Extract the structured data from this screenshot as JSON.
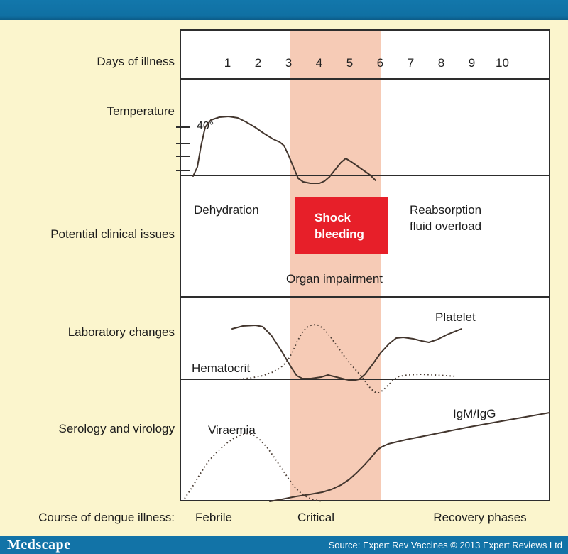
{
  "footer": {
    "brand": "Medscape",
    "source": "Source: Expert Rev Vaccines © 2013 Expert Reviews Ltd"
  },
  "row_labels": {
    "days": "Days of illness",
    "temperature": "Temperature",
    "clinical": "Potential clinical issues",
    "laboratory": "Laboratory changes",
    "serology": "Serology and virology",
    "course": "Course of dengue illness:"
  },
  "days": [
    "1",
    "2",
    "3",
    "4",
    "5",
    "6",
    "7",
    "8",
    "9",
    "10"
  ],
  "temperature_axis": {
    "label": "40°",
    "ticks": [
      136,
      159,
      177,
      197
    ]
  },
  "clinical": {
    "dehydration": "Dehydration",
    "shock_line1": "Shock",
    "shock_line2": "bleeding",
    "reabsorption_line1": "Reabsorption",
    "reabsorption_line2": "fluid overload",
    "organ": "Organ impairment"
  },
  "laboratory": {
    "platelet": "Platelet",
    "hematocrit": "Hematocrit"
  },
  "serology": {
    "viraemia": "Viraemia",
    "igm_igg": "IgM/IgG"
  },
  "phases": {
    "febrile": "Febrile",
    "critical": "Critical",
    "recovery": "Recovery phases"
  },
  "colors": {
    "header_blue": "#1273a7",
    "background_cream": "#fbf5cd",
    "critical_band": "#f6cbb6",
    "shock_red": "#e71f29",
    "curve_line": "#43362e",
    "frame_border": "#2d2d2d",
    "text_white": "#ffffff"
  },
  "curves": {
    "temperature": {
      "style": "solid",
      "points": [
        [
          17,
          205
        ],
        [
          23,
          192
        ],
        [
          28,
          163
        ],
        [
          34,
          136
        ],
        [
          42,
          126
        ],
        [
          54,
          122
        ],
        [
          67,
          121
        ],
        [
          80,
          123
        ],
        [
          92,
          129
        ],
        [
          104,
          136
        ],
        [
          117,
          145
        ],
        [
          130,
          153
        ],
        [
          139,
          157
        ],
        [
          145,
          162
        ],
        [
          152,
          177
        ],
        [
          159,
          194
        ],
        [
          165,
          208
        ],
        [
          172,
          213
        ],
        [
          182,
          215
        ],
        [
          195,
          215
        ],
        [
          202,
          212
        ],
        [
          209,
          206
        ],
        [
          217,
          196
        ],
        [
          225,
          186
        ],
        [
          232,
          180
        ],
        [
          240,
          185
        ],
        [
          250,
          192
        ],
        [
          260,
          199
        ],
        [
          267,
          204
        ],
        [
          274,
          211
        ]
      ]
    },
    "platelet": {
      "style": "solid",
      "points": [
        [
          72,
          420
        ],
        [
          87,
          416
        ],
        [
          105,
          415
        ],
        [
          115,
          417
        ],
        [
          127,
          429
        ],
        [
          142,
          452
        ],
        [
          155,
          474
        ],
        [
          163,
          486
        ],
        [
          171,
          490
        ],
        [
          183,
          490
        ],
        [
          197,
          488
        ],
        [
          207,
          485
        ],
        [
          219,
          488
        ],
        [
          231,
          491
        ],
        [
          241,
          493
        ],
        [
          251,
          491
        ],
        [
          259,
          484
        ],
        [
          269,
          471
        ],
        [
          281,
          454
        ],
        [
          293,
          441
        ],
        [
          303,
          433
        ],
        [
          313,
          432
        ],
        [
          327,
          434
        ],
        [
          339,
          437
        ],
        [
          349,
          439
        ],
        [
          361,
          435
        ],
        [
          375,
          428
        ],
        [
          395,
          420
        ]
      ]
    },
    "hematocrit": {
      "style": "dotted",
      "points": [
        [
          82,
          491
        ],
        [
          99,
          489
        ],
        [
          115,
          486
        ],
        [
          129,
          481
        ],
        [
          140,
          475
        ],
        [
          149,
          466
        ],
        [
          157,
          453
        ],
        [
          163,
          439
        ],
        [
          170,
          426
        ],
        [
          177,
          418
        ],
        [
          185,
          414
        ],
        [
          194,
          415
        ],
        [
          202,
          421
        ],
        [
          211,
          432
        ],
        [
          221,
          446
        ],
        [
          231,
          460
        ],
        [
          240,
          471
        ],
        [
          248,
          480
        ],
        [
          255,
          488
        ],
        [
          261,
          496
        ],
        [
          267,
          504
        ],
        [
          273,
          509
        ],
        [
          279,
          510
        ],
        [
          285,
          506
        ],
        [
          292,
          499
        ],
        [
          299,
          492
        ],
        [
          307,
          487
        ],
        [
          319,
          485
        ],
        [
          337,
          484
        ],
        [
          357,
          485
        ],
        [
          375,
          486
        ],
        [
          387,
          487
        ]
      ]
    },
    "viraemia": {
      "style": "dotted",
      "points": [
        [
          5,
          659
        ],
        [
          15,
          644
        ],
        [
          27,
          624
        ],
        [
          39,
          606
        ],
        [
          51,
          593
        ],
        [
          63,
          582
        ],
        [
          74,
          574
        ],
        [
          85,
          569
        ],
        [
          95,
          567
        ],
        [
          103,
          570
        ],
        [
          112,
          577
        ],
        [
          122,
          588
        ],
        [
          132,
          602
        ],
        [
          142,
          617
        ],
        [
          152,
          632
        ],
        [
          162,
          645
        ],
        [
          172,
          654
        ],
        [
          184,
          660
        ],
        [
          199,
          663
        ]
      ]
    },
    "igm_igg": {
      "style": "solid",
      "points": [
        [
          125,
          663
        ],
        [
          142,
          660
        ],
        [
          162,
          656
        ],
        [
          182,
          653
        ],
        [
          199,
          650
        ],
        [
          212,
          646
        ],
        [
          225,
          640
        ],
        [
          237,
          632
        ],
        [
          247,
          623
        ],
        [
          257,
          613
        ],
        [
          267,
          602
        ],
        [
          277,
          590
        ],
        [
          283,
          586
        ],
        [
          292,
          582
        ],
        [
          317,
          576
        ],
        [
          357,
          568
        ],
        [
          407,
          558
        ],
        [
          457,
          549
        ],
        [
          497,
          542
        ],
        [
          519,
          538
        ]
      ]
    }
  }
}
